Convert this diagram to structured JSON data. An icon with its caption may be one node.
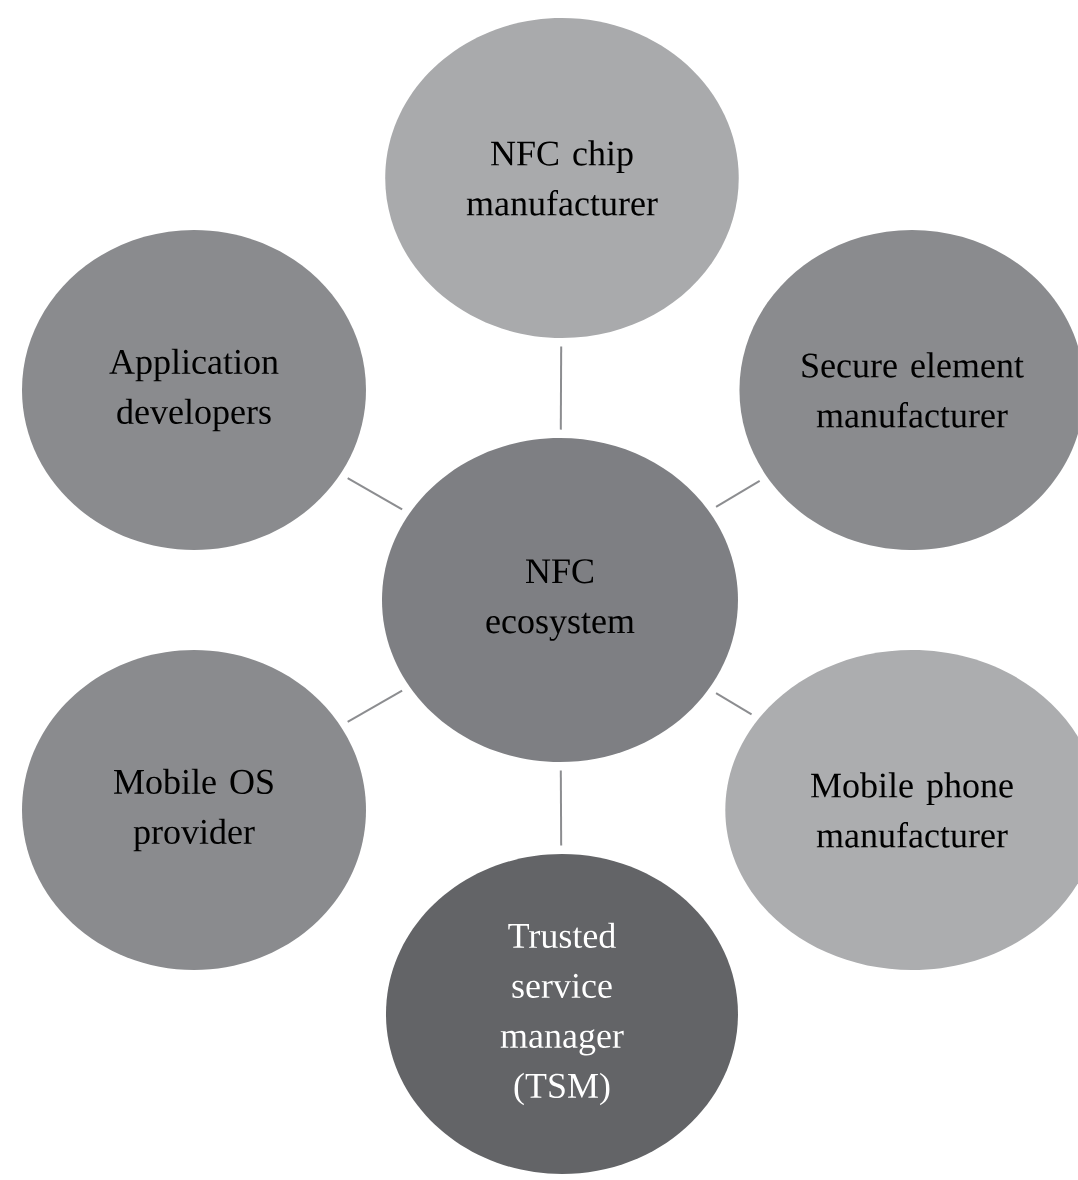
{
  "diagram": {
    "nodes": [
      {
        "text": [
          "NFC chip manufacturer"
        ]
      },
      {
        "text": [
          "Application developers"
        ]
      },
      {
        "text": [
          "Secure element manufacturer"
        ]
      },
      {
        "text": [
          "NFC ecosystem"
        ]
      },
      {
        "text": [
          "Mobile OS provider"
        ]
      },
      {
        "text": [
          "Mobile phone manufacturer"
        ]
      },
      {
        "text": [
          "Trusted service manager (TSM)"
        ]
      }
    ],
    "edges": [
      {
        "from": 3,
        "to": 0,
        "arrow": "none"
      },
      {
        "from": 3,
        "to": 1,
        "arrow": "none"
      },
      {
        "from": 3,
        "to": 2,
        "arrow": "none"
      },
      {
        "from": 3,
        "to": 4,
        "arrow": "none"
      },
      {
        "from": 3,
        "to": 5,
        "arrow": "none"
      },
      {
        "from": 3,
        "to": 6,
        "arrow": "none"
      }
    ]
  }
}
